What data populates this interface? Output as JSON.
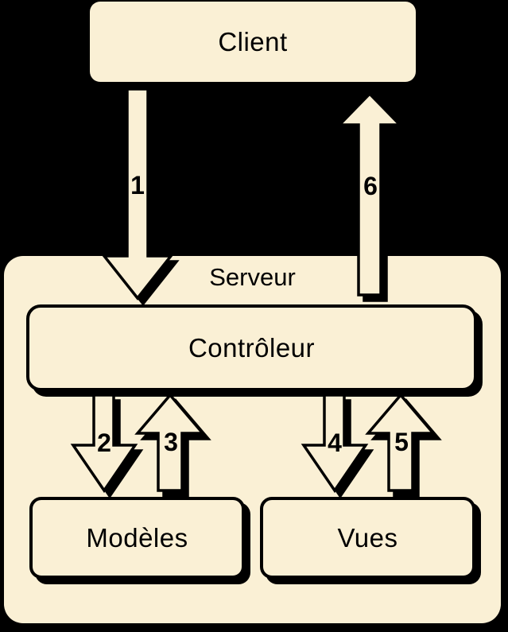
{
  "diagram": {
    "nodes": {
      "client": {
        "label": "Client"
      },
      "serveur": {
        "label": "Serveur"
      },
      "controleur": {
        "label": "Contrôleur"
      },
      "modeles": {
        "label": "Modèles"
      },
      "vues": {
        "label": "Vues"
      }
    },
    "arrows": [
      {
        "number": "1",
        "from": "Client",
        "to": "Contrôleur",
        "direction": "down"
      },
      {
        "number": "2",
        "from": "Contrôleur",
        "to": "Modèles",
        "direction": "down"
      },
      {
        "number": "3",
        "from": "Modèles",
        "to": "Contrôleur",
        "direction": "up"
      },
      {
        "number": "4",
        "from": "Contrôleur",
        "to": "Vues",
        "direction": "down"
      },
      {
        "number": "5",
        "from": "Vues",
        "to": "Contrôleur",
        "direction": "up"
      },
      {
        "number": "6",
        "from": "Contrôleur",
        "to": "Client",
        "direction": "up"
      }
    ],
    "colors": {
      "background": "#000000",
      "box_fill": "#FAF0D5",
      "outline": "#000000",
      "text": "#000000"
    }
  }
}
